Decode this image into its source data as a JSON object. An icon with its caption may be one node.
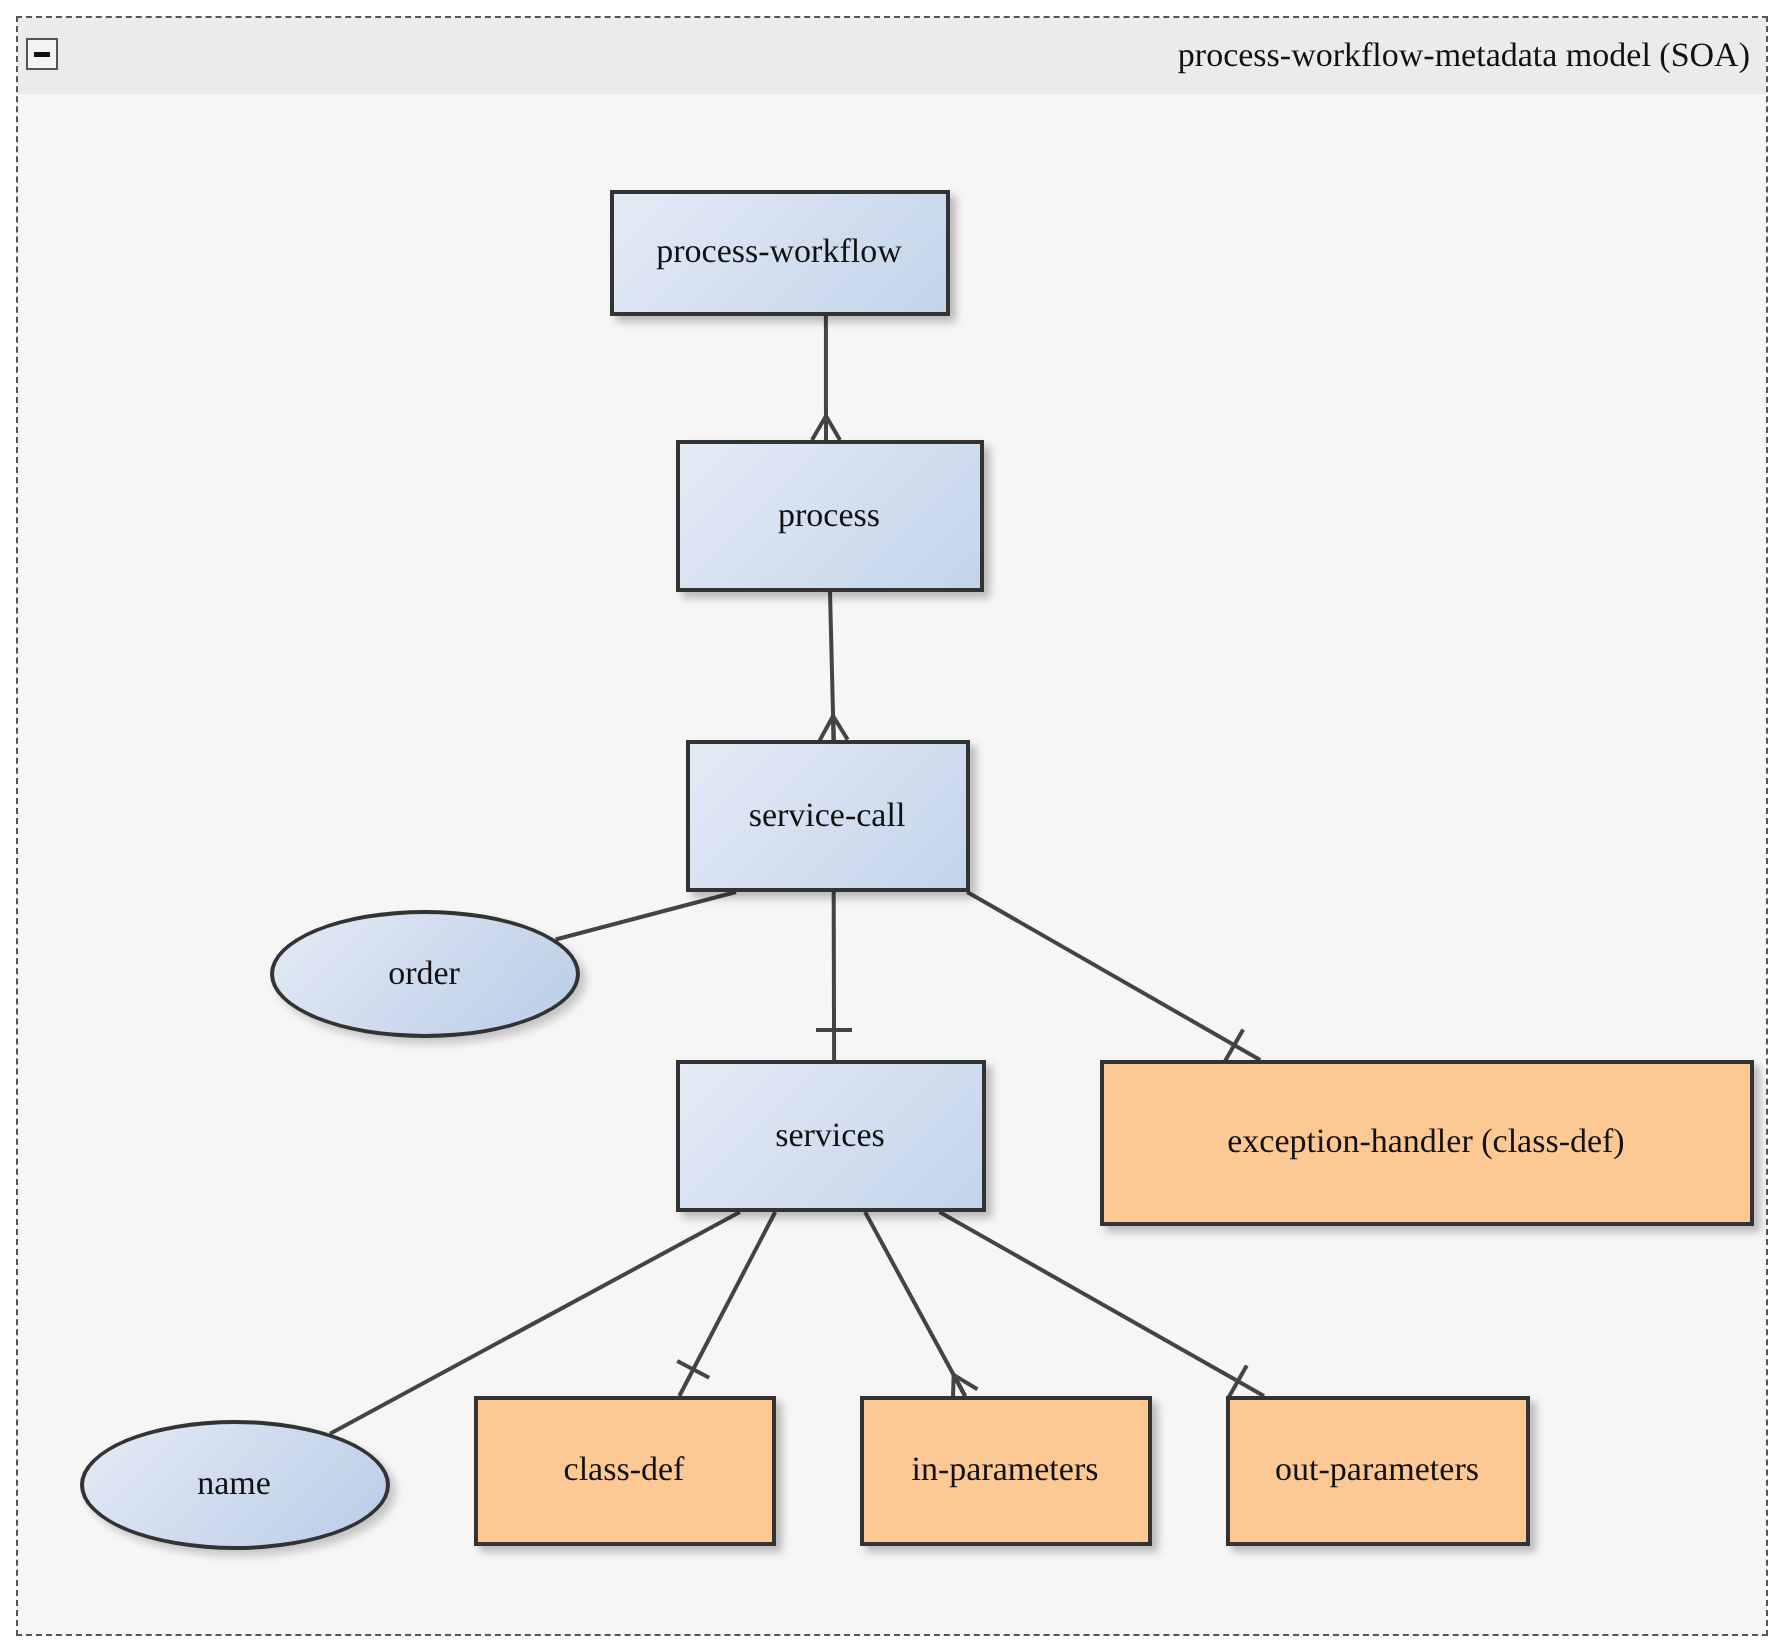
{
  "diagram": {
    "nodes": [
      {
        "text": [
          "process-workflow-metadata model (SOA)"
        ]
      },
      {
        "text": [
          "process-workflow"
        ],
        "in": 0
      },
      {
        "text": [
          "process"
        ],
        "in": 0
      },
      {
        "text": [
          "service-call"
        ],
        "in": 0
      },
      {
        "text": [
          "order"
        ],
        "in": 0
      },
      {
        "text": [
          "services"
        ],
        "in": 0
      },
      {
        "text": [
          "exception-handler (class-def)"
        ],
        "in": 0
      },
      {
        "text": [
          "name"
        ],
        "in": 0
      },
      {
        "text": [
          "class-def"
        ],
        "in": 0
      },
      {
        "text": [
          "in-parameters"
        ],
        "in": 0
      },
      {
        "text": [
          "out-parameters"
        ],
        "in": 0
      }
    ],
    "edges": [
      {
        "from": 1,
        "to": 2,
        "arrow": "other"
      },
      {
        "from": 2,
        "to": 3,
        "arrow": "other"
      },
      {
        "from": 3,
        "to": 4,
        "arrow": "none"
      },
      {
        "from": 3,
        "to": 5,
        "arrow": "other"
      },
      {
        "from": 3,
        "to": 6,
        "arrow": "other"
      },
      {
        "from": 5,
        "to": 7,
        "arrow": "none"
      },
      {
        "from": 5,
        "to": 8,
        "arrow": "other"
      },
      {
        "from": 5,
        "to": 9,
        "arrow": "other"
      },
      {
        "from": 5,
        "to": 10,
        "arrow": "other"
      }
    ]
  }
}
